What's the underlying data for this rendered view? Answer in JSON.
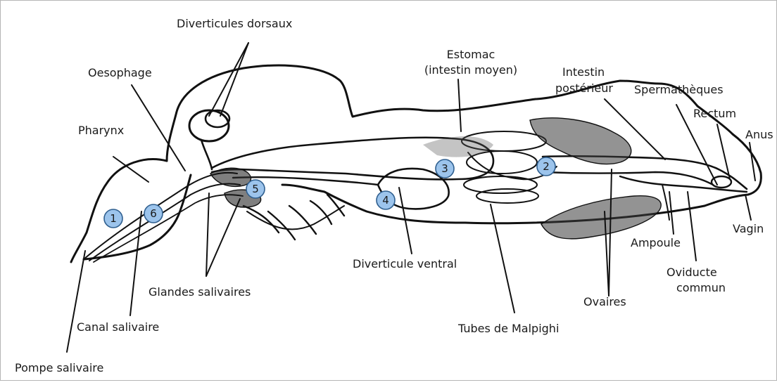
{
  "labels": {
    "diverticules_dorsaux": "Diverticules dorsaux",
    "oesophage": "Oesophage",
    "estomac_line1": "Estomac",
    "estomac_line2": "(intestin moyen)",
    "intestin_line1": "Intestin",
    "intestin_line2": "postérieur",
    "spermatheques": "Spermathèques",
    "rectum": "Rectum",
    "anus": "Anus",
    "pharynx": "Pharynx",
    "vagin": "Vagin",
    "ampoule": "Ampoule",
    "diverticule_ventral": "Diverticule ventral",
    "oviducte_line1": "Oviducte",
    "oviducte_line2": "commun",
    "glandes_salivaires": "Glandes salivaires",
    "ovaires": "Ovaires",
    "canal_salivaire": "Canal salivaire",
    "tubes_malpighi": "Tubes de Malpighi",
    "pompe_salivaire": "Pompe salivaire"
  },
  "markers": [
    "1",
    "2",
    "3",
    "4",
    "5",
    "6"
  ],
  "colors": {
    "marker_fill": "#9cc4ec",
    "marker_stroke": "#2f5f8f",
    "ink": "#111111"
  }
}
